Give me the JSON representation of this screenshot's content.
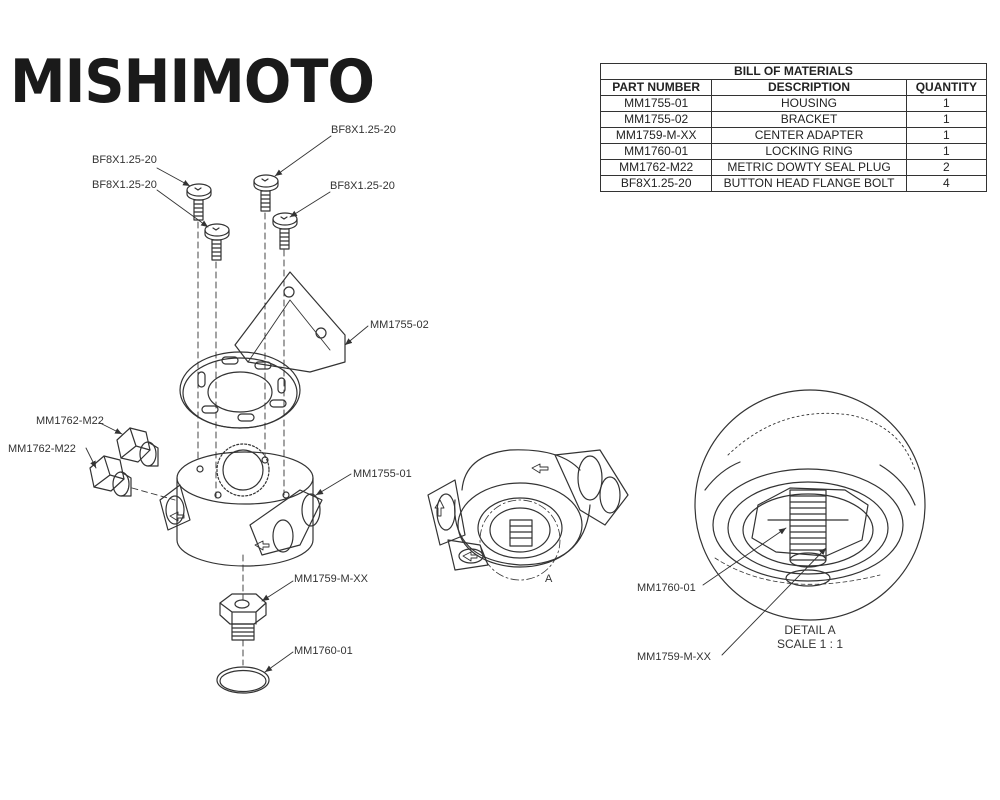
{
  "brand": {
    "logo_text": "MISHIMOTO"
  },
  "bom": {
    "title": "BILL OF MATERIALS",
    "headers": [
      "PART NUMBER",
      "DESCRIPTION",
      "QUANTITY"
    ],
    "rows": [
      [
        "MM1755-01",
        "HOUSING",
        "1"
      ],
      [
        "MM1755-02",
        "BRACKET",
        "1"
      ],
      [
        "MM1759-M-XX",
        "CENTER ADAPTER",
        "1"
      ],
      [
        "MM1760-01",
        "LOCKING RING",
        "1"
      ],
      [
        "MM1762-M22",
        "METRIC DOWTY SEAL PLUG",
        "2"
      ],
      [
        "BF8X1.25-20",
        "BUTTON HEAD FLANGE BOLT",
        "4"
      ]
    ]
  },
  "callouts": {
    "bolt_top_right": "BF8X1.25-20",
    "bolt_top_left": "BF8X1.25-20",
    "bolt_mid_left": "BF8X1.25-20",
    "bolt_mid_right": "BF8X1.25-20",
    "bracket": "MM1755-02",
    "plug_upper": "MM1762-M22",
    "plug_lower": "MM1762-M22",
    "housing": "MM1755-01",
    "center_adapter": "MM1759-M-XX",
    "locking_ring": "MM1760-01",
    "view_a": "A",
    "detail_locking_ring": "MM1760-01",
    "detail_center_adapter": "MM1759-M-XX"
  },
  "detail": {
    "title": "DETAIL A",
    "scale": "SCALE 1 : 1"
  }
}
